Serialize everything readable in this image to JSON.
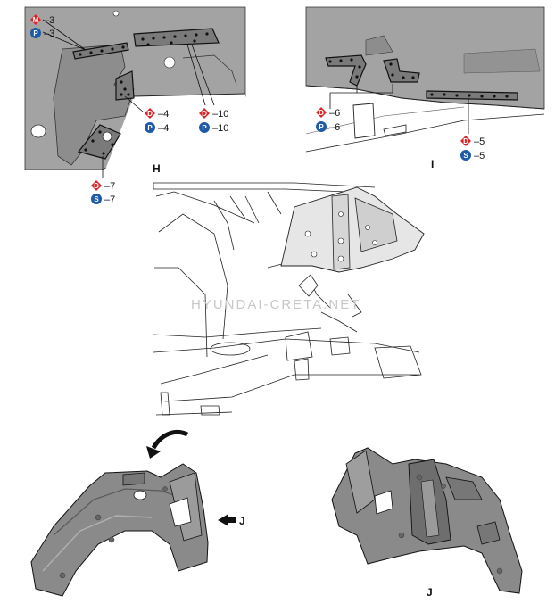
{
  "views": {
    "h_label": "H",
    "i_label": "I",
    "j_arrow_label": "J",
    "j_label": "J"
  },
  "callouts": {
    "h_m3": {
      "symbol": "M",
      "text": "–3",
      "color": "#d9262a"
    },
    "h_p3": {
      "symbol": "P",
      "text": "–3",
      "color": "#1f5aa8"
    },
    "h_d4": {
      "symbol": "D",
      "text": "–4",
      "color": "#d9262a"
    },
    "h_p4": {
      "symbol": "P",
      "text": "–4",
      "color": "#1f5aa8"
    },
    "h_d10": {
      "symbol": "D",
      "text": "–10",
      "color": "#d9262a"
    },
    "h_p10": {
      "symbol": "P",
      "text": "–10",
      "color": "#1f5aa8"
    },
    "h_d7": {
      "symbol": "D",
      "text": "–7",
      "color": "#d9262a"
    },
    "h_s7": {
      "symbol": "S",
      "text": "–7",
      "color": "#1f5aa8"
    },
    "i_d6": {
      "symbol": "D",
      "text": "–6",
      "color": "#d9262a"
    },
    "i_p6": {
      "symbol": "P",
      "text": "–6",
      "color": "#1f5aa8"
    },
    "i_d5": {
      "symbol": "D",
      "text": "–5",
      "color": "#d9262a"
    },
    "i_s5": {
      "symbol": "S",
      "text": "–5",
      "color": "#1f5aa8"
    }
  },
  "watermark": "HYUNDAI-CRETA.NET",
  "colors": {
    "panel_gray": "#9a9a9a",
    "panel_dark": "#6e6e6e",
    "panel_light": "#c4c4c4",
    "line": "#111111",
    "weld_dot": "#111111"
  }
}
